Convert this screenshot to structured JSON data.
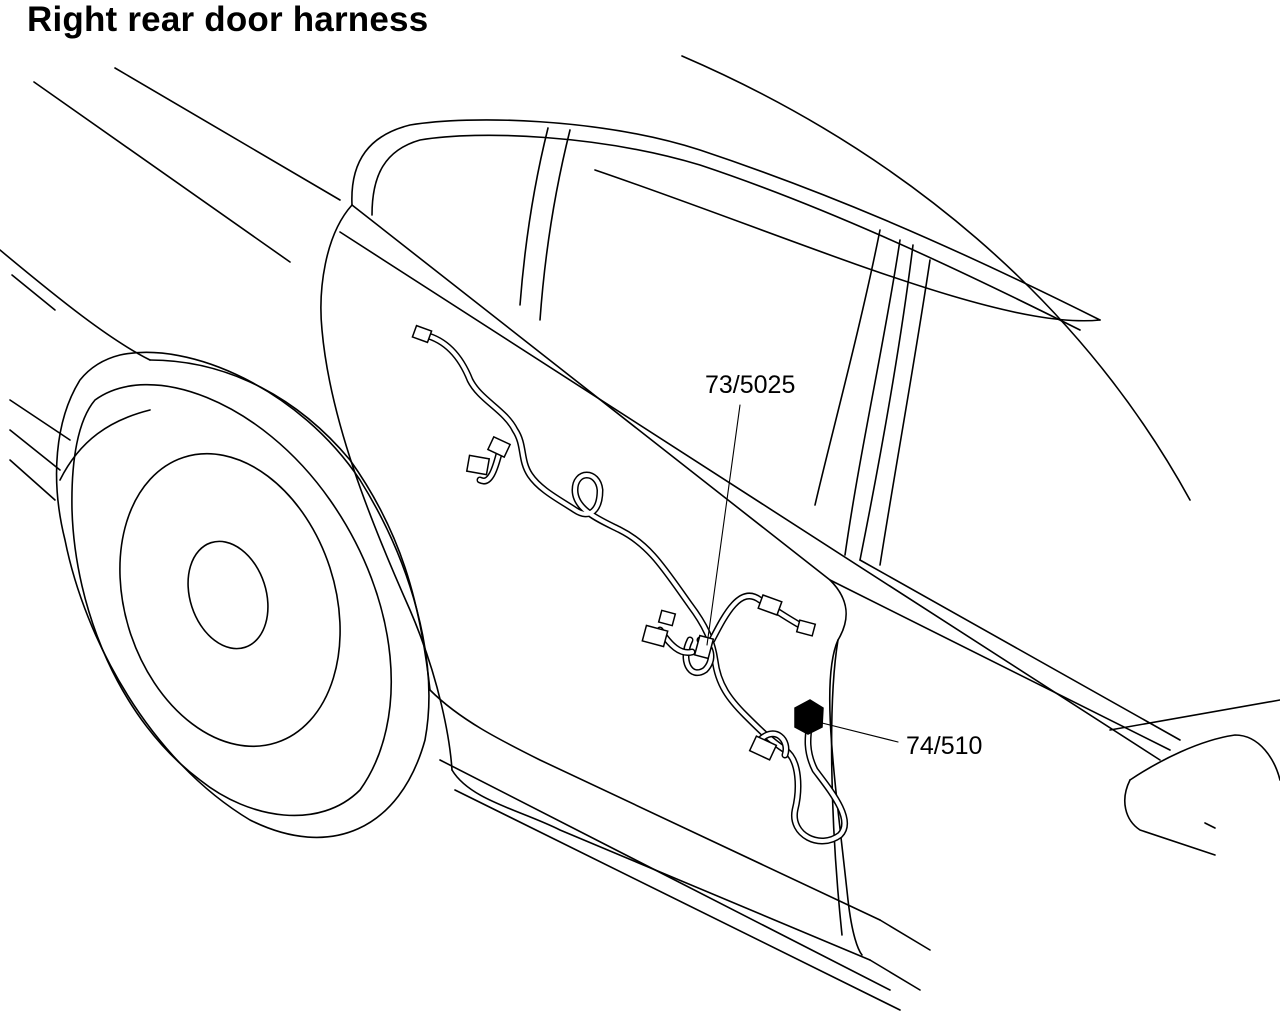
{
  "diagram": {
    "title": "Right rear door harness",
    "callouts": [
      {
        "id": "connector-73-5025",
        "label": "73/5025"
      },
      {
        "id": "connector-74-510",
        "label": "74/510"
      }
    ],
    "colors": {
      "line": "#000000",
      "background": "#ffffff",
      "highlighted_connector": "#000000"
    }
  }
}
